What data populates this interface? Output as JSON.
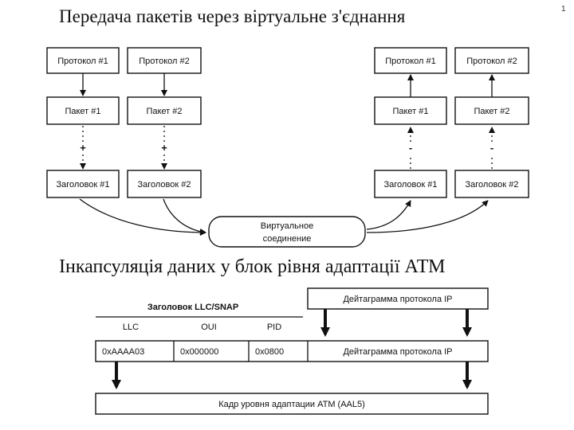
{
  "page_number": "1",
  "section1": {
    "title": "Передача пакетів через віртуальне з'єднання",
    "left": {
      "protocol1": "Протокол #1",
      "protocol2": "Протокол #2",
      "packet1": "Пакет #1",
      "packet2": "Пакет #2",
      "header1": "Заголовок #1",
      "header2": "Заголовок #2",
      "sign1": "+",
      "sign2": "+"
    },
    "right": {
      "protocol1": "Протокол #1",
      "protocol2": "Протокол #2",
      "packet1": "Пакет #1",
      "packet2": "Пакет #2",
      "header1": "Заголовок #1",
      "header2": "Заголовок #2",
      "sign1": "-",
      "sign2": "-"
    },
    "virtual_line1": "Виртуальное",
    "virtual_line2": "соединение"
  },
  "section2": {
    "title": "Інкапсуляція даних у блок рівня адаптації АТМ",
    "llc_snap_header": "Заголовок LLC/SNAP",
    "col_llc": "LLC",
    "col_oui": "OUI",
    "col_pid": "PID",
    "top_datagram": "Дейтаграмма протокола IP",
    "val_llc": "0xAAAA03",
    "val_oui": "0x000000",
    "val_pid": "0x0800",
    "datagram": "Дейтаграмма протокола IP",
    "aal_frame": "Кадр уровня адаптации АТМ (AAL5)"
  }
}
